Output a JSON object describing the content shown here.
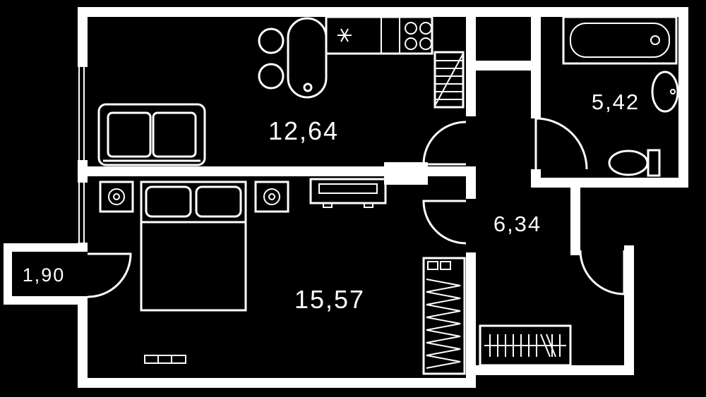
{
  "plan": {
    "type": "floor-plan",
    "colors": {
      "background": "#000000",
      "lines": "#ffffff"
    },
    "rooms": [
      {
        "name": "living-kitchen",
        "area_label": "12,64"
      },
      {
        "name": "bathroom",
        "area_label": "5,42"
      },
      {
        "name": "hallway",
        "area_label": "6,34"
      },
      {
        "name": "bedroom",
        "area_label": "15,57"
      },
      {
        "name": "balcony",
        "area_label": "1,90"
      }
    ]
  }
}
